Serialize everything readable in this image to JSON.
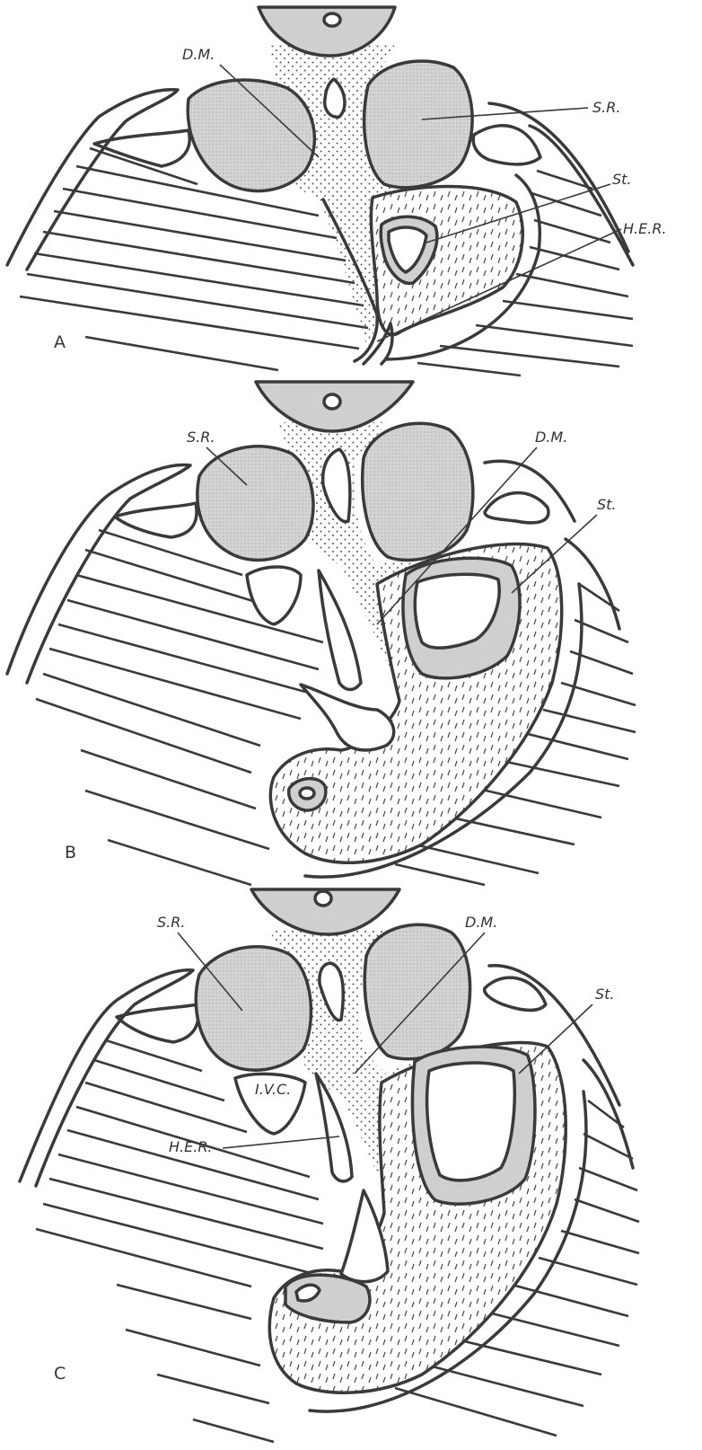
{
  "panels": [
    {
      "letter": "A",
      "labels": {
        "dm": "D.M.",
        "sr": "S.R.",
        "st": "St.",
        "her": "H.E.R."
      }
    },
    {
      "letter": "B",
      "labels": {
        "sr": "S.R.",
        "dm": "D.M.",
        "st": "St."
      }
    },
    {
      "letter": "C",
      "labels": {
        "sr": "S.R.",
        "dm": "D.M.",
        "st": "St.",
        "ivc": "I.V.C.",
        "her": "H.E.R."
      }
    }
  ],
  "colors": {
    "line": "#3a3a3a",
    "fill": "#cfcfcf",
    "background": "#ffffff"
  }
}
